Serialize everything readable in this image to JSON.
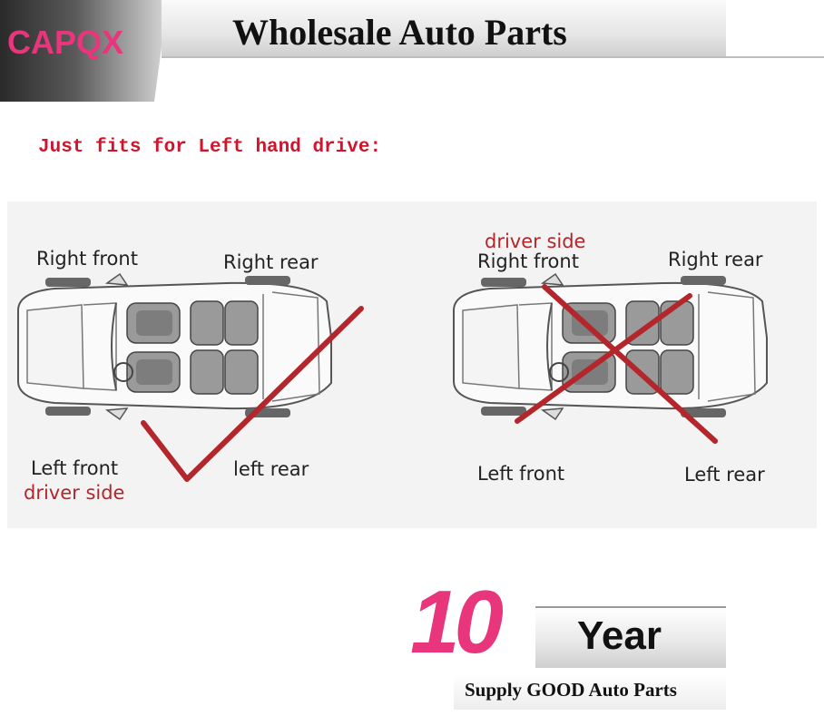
{
  "header": {
    "logo": "CAPQX",
    "title": "Wholesale Auto Parts"
  },
  "note": "Just fits for Left hand drive:",
  "left_diagram": {
    "right_front": "Right front",
    "right_rear": "Right rear",
    "left_front": "Left front",
    "driver_side": "driver side",
    "left_rear": "left rear",
    "mark": "check-icon"
  },
  "right_diagram": {
    "driver_side": "driver side",
    "right_front": "Right front",
    "right_rear": "Right rear",
    "left_front": "Left front",
    "left_rear": "Left rear",
    "mark": "cross-icon"
  },
  "badge": {
    "number": "10",
    "unit": "Year",
    "tagline": "Supply GOOD Auto Parts"
  },
  "colors": {
    "brand_pink": "#e8357c",
    "note_red": "#d0142c",
    "mark_red": "#b3262b"
  }
}
